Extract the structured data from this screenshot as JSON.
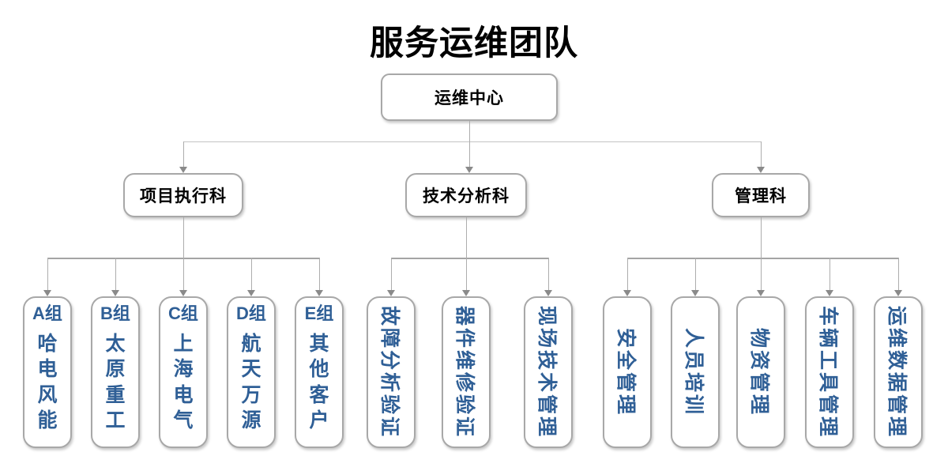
{
  "title": "服务运维团队",
  "colors": {
    "title_text": "#000000",
    "node_text": "#000000",
    "leaf_text": "#2f5f96",
    "box_border": "#a8a8a8",
    "connector": "#a4a4a4",
    "background": "#ffffff"
  },
  "root": {
    "label": "运维中心"
  },
  "departments": [
    {
      "label": "项目执行科",
      "children": [
        {
          "group": "A组",
          "name": "哈电风能"
        },
        {
          "group": "B组",
          "name": "太原重工"
        },
        {
          "group": "C组",
          "name": "上海电气"
        },
        {
          "group": "D组",
          "name": "航天万源"
        },
        {
          "group": "E组",
          "name": "其他客户"
        }
      ]
    },
    {
      "label": "技术分析科",
      "children": [
        {
          "name": "故障分析验证"
        },
        {
          "name": "器件维修验证"
        },
        {
          "name": "现场技术管理"
        }
      ]
    },
    {
      "label": "管理科",
      "children": [
        {
          "name": "安全管理"
        },
        {
          "name": "人员培训"
        },
        {
          "name": "物资管理"
        },
        {
          "name": "车辆工具管理"
        },
        {
          "name": "运维数据管理"
        }
      ]
    }
  ]
}
